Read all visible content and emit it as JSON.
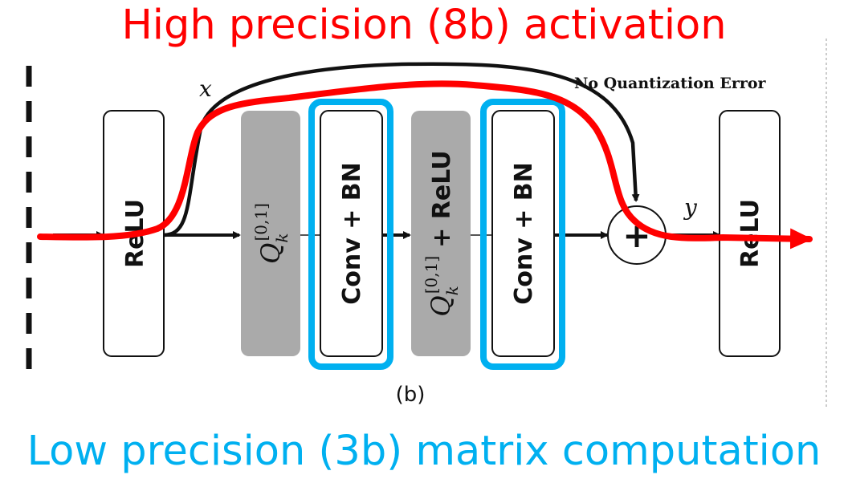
{
  "header": {
    "title": "High precision (8b) activation"
  },
  "footer": {
    "title": "Low precision (3b) matrix computation"
  },
  "diagram": {
    "blocks": {
      "relu_left": "ReLU",
      "quant_first": "Q",
      "quant_first_sup": "[0,1]",
      "quant_first_sub": "k",
      "conv_bn_first": "Conv + BN",
      "quant_second": "Q",
      "quant_second_sup": "[0,1]",
      "quant_second_sub": "k",
      "quant_second_suffix": "+ ReLU",
      "conv_bn_second": "Conv + BN",
      "relu_right": "ReLU"
    },
    "skip_label": "x",
    "output_label": "y",
    "sum_symbol": "+",
    "note": "No Quantization Error",
    "caption": "(b)"
  },
  "colors": {
    "high_precision": "#ff0000",
    "low_precision": "#00b0f0",
    "quant_block": "#aaaaaa"
  }
}
